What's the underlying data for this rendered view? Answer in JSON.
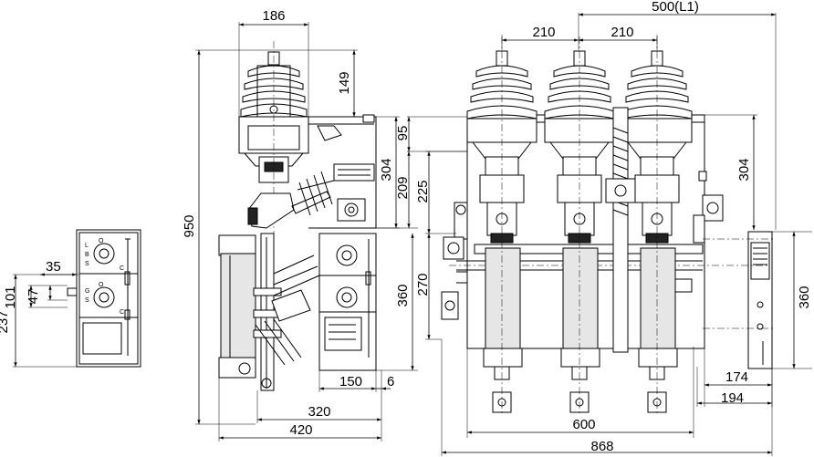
{
  "dimensions": {
    "d186": "186",
    "d500": "500(L1)",
    "d210a": "210",
    "d210b": "210",
    "d149": "149",
    "d95": "95",
    "d304_left": "304",
    "d304_right": "304",
    "d209": "209",
    "d225": "225",
    "d270": "270",
    "d950": "950",
    "d360_mid": "360",
    "d360_right": "360",
    "d150": "150",
    "d6": "6",
    "d320": "320",
    "d420": "420",
    "d600": "600",
    "d868": "868",
    "d174": "174",
    "d194": "194",
    "d35": "35",
    "d101": "101",
    "d47": "47",
    "d237": "237"
  },
  "panel_labels": {
    "lbs_l": "L",
    "lbs_b": "B",
    "lbs_s": "S",
    "gs_g": "G",
    "gs_s": "S",
    "open_a": "O",
    "close_a": "C",
    "open_b": "O",
    "close_b": "C"
  }
}
